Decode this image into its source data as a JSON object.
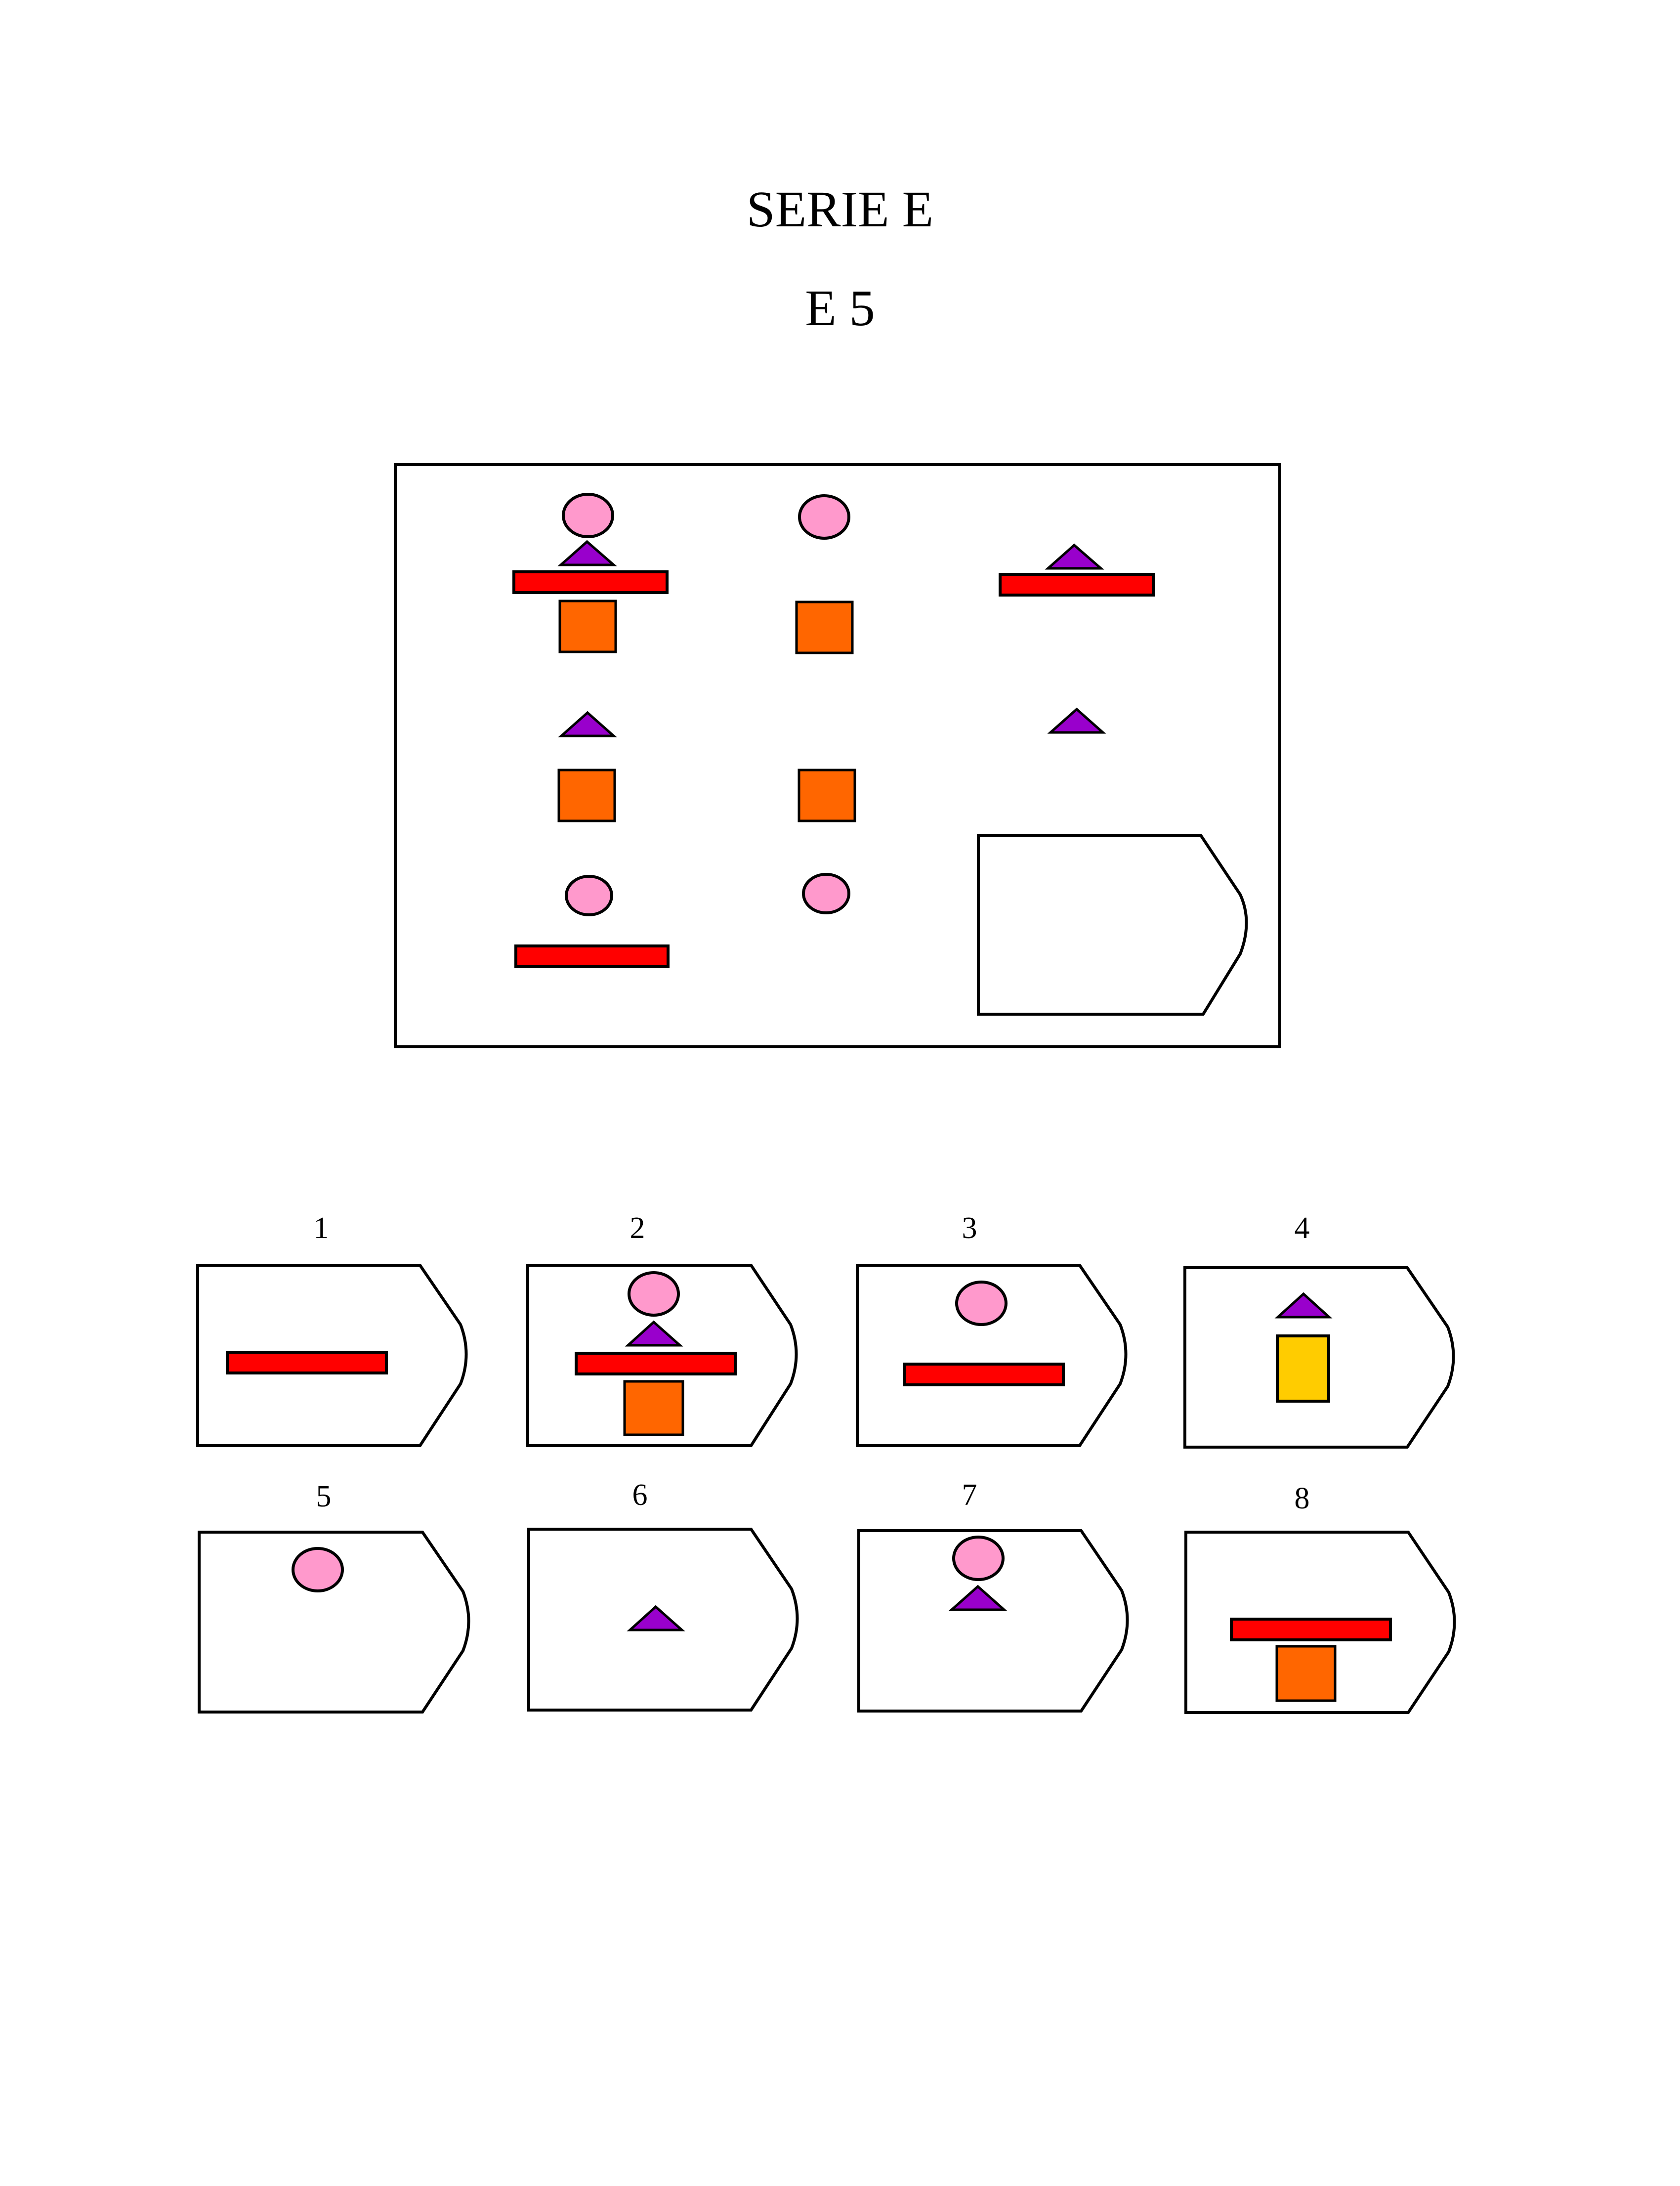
{
  "header": {
    "series_title": "SERIE E",
    "item_code": "E 5"
  },
  "colors": {
    "circle": "#ff99cc",
    "triangle": "#9900cc",
    "bar": "#ff0000",
    "square": "#ff6600",
    "yellow_rect": "#ffcc00",
    "outline": "#000000"
  },
  "icons": [
    "pink-circle",
    "purple-triangle",
    "red-bar",
    "orange-square",
    "yellow-rectangle",
    "blank-answer-tag"
  ],
  "matrix": {
    "cells": [
      [
        "circle",
        "triangle",
        "bar",
        "square"
      ],
      [
        "circle",
        "square"
      ],
      [
        "triangle",
        "bar"
      ],
      [
        "triangle",
        "square"
      ],
      [
        "square"
      ],
      [
        "triangle"
      ],
      [
        "circle",
        "bar"
      ],
      [
        "circle"
      ],
      []
    ],
    "missing_cell": 9
  },
  "options": [
    {
      "number": "1",
      "shapes": [
        "bar"
      ]
    },
    {
      "number": "2",
      "shapes": [
        "circle",
        "triangle",
        "bar",
        "square"
      ]
    },
    {
      "number": "3",
      "shapes": [
        "circle",
        "bar"
      ]
    },
    {
      "number": "4",
      "shapes": [
        "triangle",
        "yellow_rect"
      ]
    },
    {
      "number": "5",
      "shapes": [
        "circle"
      ]
    },
    {
      "number": "6",
      "shapes": [
        "triangle"
      ]
    },
    {
      "number": "7",
      "shapes": [
        "circle",
        "triangle"
      ]
    },
    {
      "number": "8",
      "shapes": [
        "bar",
        "square"
      ]
    }
  ]
}
